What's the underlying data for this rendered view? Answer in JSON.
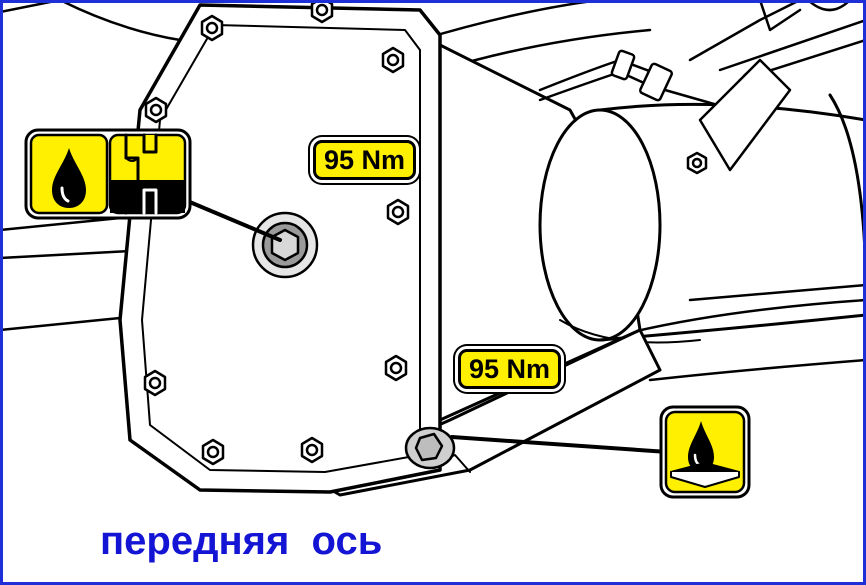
{
  "diagram": {
    "labels": {
      "fill_plug_torque": "95 Nm",
      "drain_plug_torque": "95 Nm"
    },
    "caption": "передняя  ось",
    "icons": {
      "fill_plug": "oil-fill-level-icon",
      "drain_plug": "oil-drain-icon"
    },
    "colors": {
      "label_background": "#ffef00",
      "caption_text": "#1414d4",
      "frame_border": "#1f2fd8",
      "line_art": "#000000"
    }
  }
}
